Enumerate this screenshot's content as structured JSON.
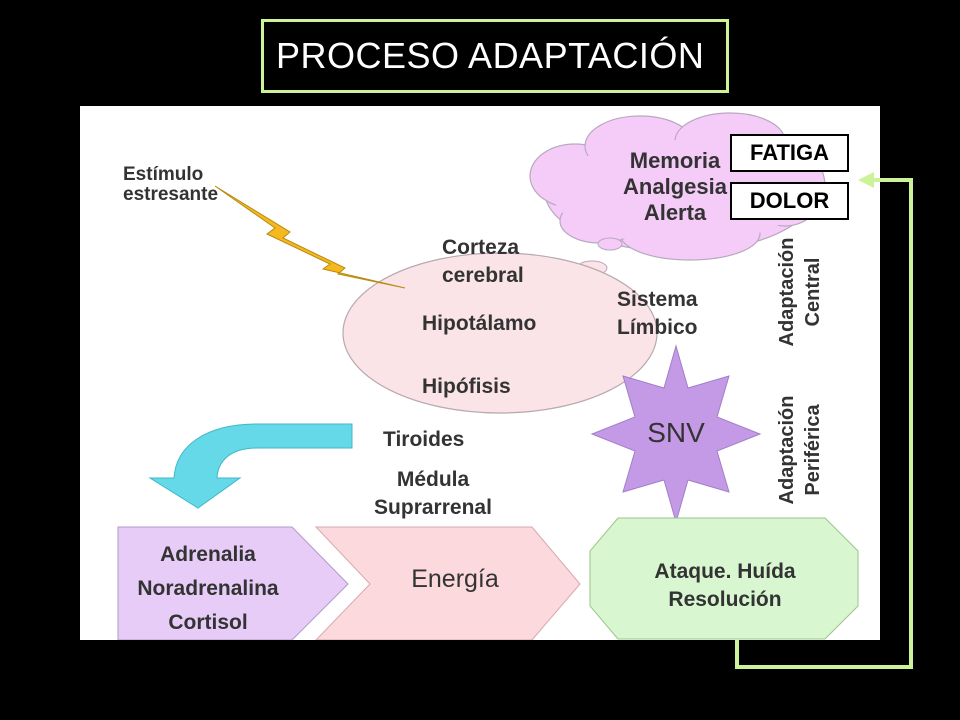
{
  "title": "PROCESO ADAPTACIÓN",
  "stimulus": {
    "line1": "Estímulo",
    "line2": "estresante"
  },
  "cloud": {
    "line1": "Memoria",
    "line2": "Analgesia",
    "line3": "Alerta"
  },
  "brain": {
    "corteza1": "Corteza",
    "corteza2": "cerebral",
    "hipotalamo": "Hipotálamo",
    "hipofisis": "Hipófisis",
    "limbico1": "Sistema",
    "limbico2": "Límbico"
  },
  "snv": "SNV",
  "glands": {
    "tiroides": "Tiroides",
    "medula1": "Médula",
    "medula2": "Suprarrenal"
  },
  "hormones": {
    "l1": "Adrenalia",
    "l2": "Noradrenalina",
    "l3": "Cortisol"
  },
  "energy": "Energía",
  "response": {
    "l1": "Ataque. Huída",
    "l2": "Resolución"
  },
  "side_labels": {
    "central1": "Adaptación",
    "central2": "Central",
    "periferica1": "Adaptación",
    "periferica2": "Periférica"
  },
  "feedback": {
    "fatiga": "FATIGA",
    "dolor": "DOLOR"
  },
  "colors": {
    "title_border": "#ccf29a",
    "cloud": "#f5ccf8",
    "brain": "#fbe4e8",
    "snv": "#c49ae6",
    "hormones": "#e6ccf7",
    "energy": "#fbd9dd",
    "response": "#d8f6cf",
    "arrow": "#66d9e8",
    "lightning": "#f5b91f",
    "feedback_line": "#ccf29a"
  }
}
